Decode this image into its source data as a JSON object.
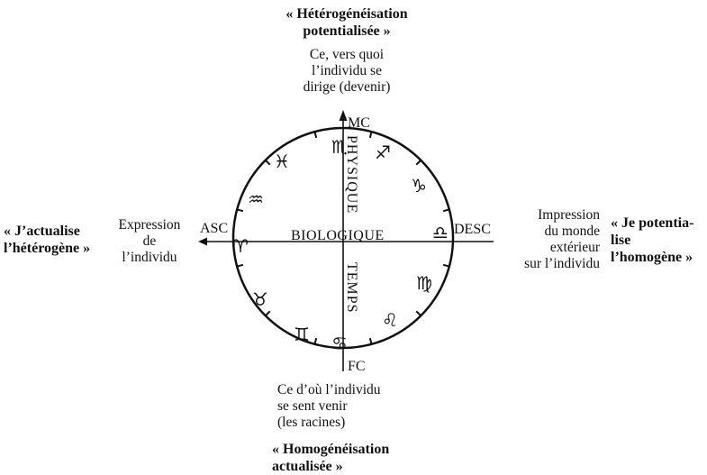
{
  "top": {
    "title_line1": "« Hétérogénéisation",
    "title_line2": "potentialisée »",
    "desc_line1": "Ce, vers quoi",
    "desc_line2": "l’individu se",
    "desc_line3": "dirige (devenir)"
  },
  "left": {
    "title_line1": "« J’actualise",
    "title_line2": "l’hétérogène »",
    "desc_line1": "Expression",
    "desc_line2": "de",
    "desc_line3": "l’individu"
  },
  "right": {
    "desc_line1": "Impression",
    "desc_line2": "du monde",
    "desc_line3": "extérieur",
    "desc_line4": "sur l’individu",
    "title_line1": "« Je potentia-",
    "title_line2": "lise",
    "title_line3": "l’homogène »"
  },
  "bottom": {
    "desc_line1": "Ce d’où l’individu",
    "desc_line2": "se sent venir",
    "desc_line3": "(les racines)",
    "title_line1": "« Homogénéisation",
    "title_line2": "actualisée »"
  },
  "axes": {
    "mc": "MC",
    "fc": "FC",
    "asc": "ASC",
    "desc": "DESC",
    "center": "BIOLOGIQUE",
    "vertical_top": "PHYSIQUE",
    "vertical_bottom": "TEMPS"
  },
  "signs": {
    "aries": "♈",
    "taurus": "♉",
    "gemini": "♊",
    "cancer": "♋",
    "leo": "♌",
    "virgo": "♍",
    "libra": "♎",
    "scorpio": "♏",
    "sagittarius": "♐",
    "capricorn": "♑",
    "aquarius": "♒",
    "pisces": "♓"
  }
}
